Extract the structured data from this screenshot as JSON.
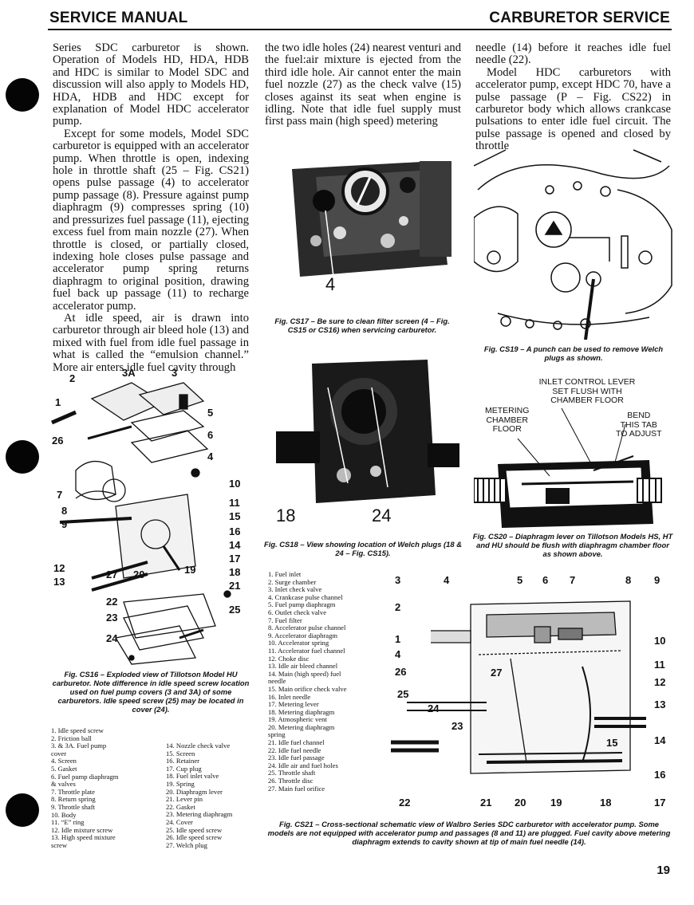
{
  "header": {
    "left": "SERVICE MANUAL",
    "right": "CARBURETOR SERVICE"
  },
  "col1": {
    "p1": "Series SDC carburetor is shown. Operation of Models HD, HDA, HDB and HDC is similar to Model SDC and discussion will also apply to Models HD, HDA, HDB and HDC except for explanation of Model HDC accelerator pump.",
    "p2": "Except for some models, Model SDC carburetor is equipped with an accelerator pump. When throttle is open, indexing hole in throttle shaft (25 – Fig. CS21) opens pulse passage (4) to accelerator pump passage (8). Pressure against pump diaphragm (9) compresses spring (10) and pressurizes fuel passage (11), ejecting excess fuel from main nozzle (27). When throttle is closed, or partially closed, indexing hole closes pulse passage and accelerator pump spring returns diaphragm to original position, drawing fuel back up passage (11) to recharge accelerator pump.",
    "p3": "At idle speed, air is drawn into carburetor through air bleed hole (13) and mixed with fuel from idle fuel passage in what is called the “emulsion channel.” More air enters idle fuel cavity through"
  },
  "col2": {
    "p1": "the two idle holes (24) nearest venturi and the fuel:air mixture is ejected from the third idle hole. Air cannot enter the main fuel nozzle (27) as the check valve (15) closes against its seat when engine is idling. Note that idle fuel supply must first pass main (high speed) metering"
  },
  "col3": {
    "p1": "needle (14) before it reaches idle fuel needle (22).",
    "p2": "Model HDC carburetors with accelerator pump, except HDC 70, have a pulse passage (P – Fig. CS22) in carburetor body which allows crankcase pulsations to enter idle fuel circuit. The pulse passage is opened and closed by throttle"
  },
  "fig17": {
    "label": "4",
    "caption_lead": "Fig. CS17 – ",
    "caption": "Be sure to clean filter screen (4 – Fig. CS15 or CS16) when servicing carburetor."
  },
  "fig18": {
    "label_a": "18",
    "label_b": "24",
    "caption_lead": "Fig. CS18 – ",
    "caption": "View showing location of Welch plugs (18 & 24 – Fig. CS15)."
  },
  "fig19": {
    "caption_lead": "Fig. CS19 – ",
    "caption": "A punch can be used to remove Welch plugs as shown."
  },
  "fig20": {
    "callout_top": "INLET CONTROL LEVER\nSET FLUSH WITH\nCHAMBER FLOOR",
    "callout_left": "METERING\nCHAMBER\nFLOOR",
    "callout_right": "BEND\nTHIS TAB\nTO ADJUST",
    "caption_lead": "Fig. CS20 – ",
    "caption": "Diaphragm lever on Tillotson Models HS, HT and HU should be flush with diaphragm chamber floor as shown above."
  },
  "fig16": {
    "labels": [
      "2",
      "3A",
      "3",
      "1",
      "5",
      "6",
      "26",
      "4",
      "10",
      "7",
      "11",
      "8",
      "15",
      "9",
      "16",
      "14",
      "17",
      "12",
      "27",
      "20",
      "19",
      "18",
      "13",
      "21",
      "22",
      "25",
      "23",
      "24"
    ],
    "caption_lead": "Fig. CS16 – ",
    "caption": "Exploded view of Tillotson Model HU carburetor. Note difference in idle speed screw location used on fuel pump covers (3 and 3A) of some carburetors. Idle speed screw (25) may be located in cover (24).",
    "legend_left": [
      "1. Idle speed screw",
      "2. Friction ball",
      "3. & 3A. Fuel pump",
      "    cover",
      "4. Screen",
      "5. Gasket",
      "6. Fuel pump diaphragm",
      "    & valves",
      "7. Throttle plate",
      "8. Return spring",
      "9. Throttle shaft",
      "10. Body",
      "11. “E” ring",
      "12. Idle mixture screw",
      "13. High speed mixture",
      "    screw"
    ],
    "legend_right": [
      "14. Nozzle check valve",
      "15. Screen",
      "16. Retainer",
      "17. Cup plug",
      "18. Fuel inlet valve",
      "19. Spring",
      "20. Diaphragm lever",
      "21. Lever pin",
      "22. Gasket",
      "23. Metering diaphragm",
      "24. Cover",
      "25. Idle speed screw",
      "26. Idle speed screw",
      "27. Welch plug"
    ]
  },
  "fig21": {
    "legend": [
      "1. Fuel inlet",
      "2. Surge chamber",
      "3. Inlet check valve",
      "4. Crankcase pulse channel",
      "5. Fuel pump diaphragm",
      "6. Outlet check valve",
      "7. Fuel filter",
      "8. Accelerator pulse channel",
      "9. Accelerator diaphragm",
      "10. Accelerator spring",
      "11. Accelerator fuel channel",
      "12. Choke disc",
      "13. Idle air bleed channel",
      "14. Main (high speed) fuel",
      "    needle",
      "15. Main orifice check valve",
      "16. Inlet needle",
      "17. Metering lever",
      "18. Metering diaphragm",
      "19. Atmospheric vent",
      "20. Metering diaphragm",
      "    spring",
      "21. Idle fuel channel",
      "22. Idle fuel needle",
      "23. Idle fuel passage",
      "24. Idle air and fuel holes",
      "25. Throttle shaft",
      "26. Throttle disc",
      "27. Main fuel orifice"
    ],
    "callouts": [
      "3",
      "4",
      "5",
      "6",
      "7",
      "8",
      "9",
      "2",
      "1",
      "10",
      "4",
      "11",
      "26",
      "27",
      "12",
      "25",
      "24",
      "13",
      "23",
      "14",
      "15",
      "16",
      "22",
      "21",
      "20",
      "19",
      "18",
      "17"
    ],
    "caption_lead": "Fig. CS21 – ",
    "caption": "Cross-sectional schematic view of Walbro Series SDC carburetor with accelerator pump. Some models are not equipped with accelerator pump and passages (8 and 11) are plugged. Fuel cavity above metering diaphragm extends to cavity shown at tip of main fuel needle (14)."
  },
  "page_number": "19"
}
